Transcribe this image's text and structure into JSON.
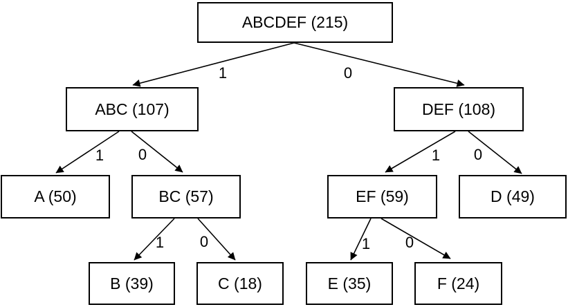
{
  "diagram": {
    "type": "binary-tree",
    "nodes": [
      {
        "id": "abcdef",
        "label": "ABCDEF (215)"
      },
      {
        "id": "abc",
        "label": "ABC (107)"
      },
      {
        "id": "def",
        "label": "DEF (108)"
      },
      {
        "id": "a",
        "label": "A (50)"
      },
      {
        "id": "bc",
        "label": "BC (57)"
      },
      {
        "id": "ef",
        "label": "EF (59)"
      },
      {
        "id": "d",
        "label": "D (49)"
      },
      {
        "id": "b",
        "label": "B (39)"
      },
      {
        "id": "c",
        "label": "C (18)"
      },
      {
        "id": "e",
        "label": "E (35)"
      },
      {
        "id": "f",
        "label": "F (24)"
      }
    ],
    "edges": [
      {
        "from": "abcdef",
        "to": "abc",
        "label": "1"
      },
      {
        "from": "abcdef",
        "to": "def",
        "label": "0"
      },
      {
        "from": "abc",
        "to": "a",
        "label": "1"
      },
      {
        "from": "abc",
        "to": "bc",
        "label": "0"
      },
      {
        "from": "def",
        "to": "ef",
        "label": "1"
      },
      {
        "from": "def",
        "to": "d",
        "label": "0"
      },
      {
        "from": "bc",
        "to": "b",
        "label": "1"
      },
      {
        "from": "bc",
        "to": "c",
        "label": "0"
      },
      {
        "from": "ef",
        "to": "e",
        "label": "1"
      },
      {
        "from": "ef",
        "to": "f",
        "label": "0"
      }
    ],
    "colors": {
      "background": "#ffffff",
      "node_fill": "#ffffff",
      "node_border": "#000000",
      "text": "#000000",
      "edge": "#000000"
    }
  }
}
